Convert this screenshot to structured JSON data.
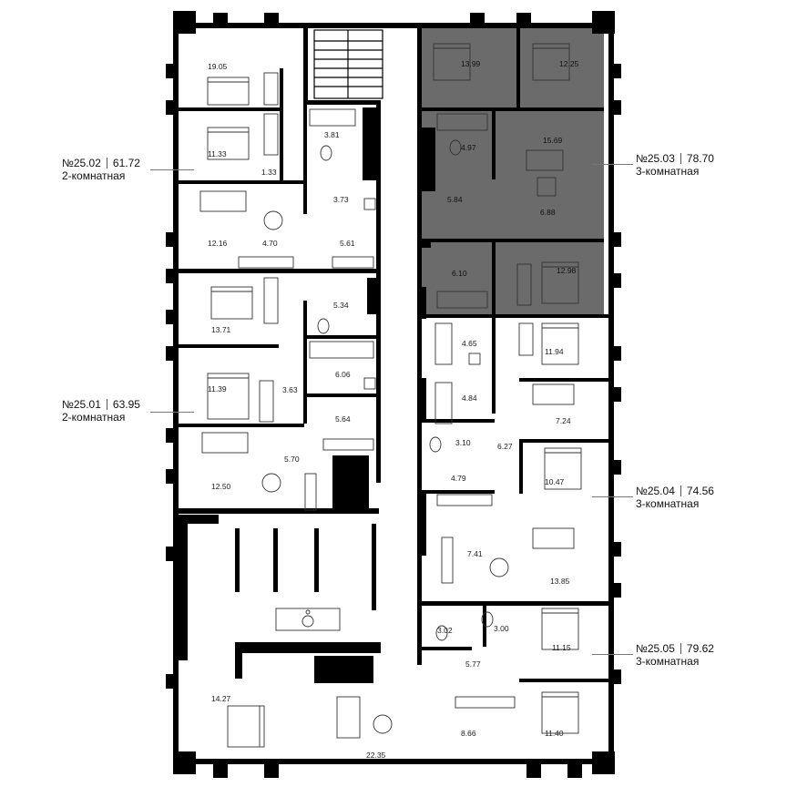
{
  "colors": {
    "wall": "#000000",
    "highlight_apartment": "#6b6b6b",
    "background": "#ffffff",
    "text": "#111111"
  },
  "apartments": [
    {
      "id": "25.02",
      "label": "№25.02",
      "area": "61.72",
      "type": "2-комнатная"
    },
    {
      "id": "25.03",
      "label": "№25.03",
      "area": "78.70",
      "type": "3-комнатная",
      "highlighted": true
    },
    {
      "id": "25.01",
      "label": "№25.01",
      "area": "63.95",
      "type": "2-комнатная"
    },
    {
      "id": "25.04",
      "label": "№25.04",
      "area": "74.56",
      "type": "3-комнатная"
    },
    {
      "id": "25.05",
      "label": "№25.05",
      "area": "79.62",
      "type": "3-комнатная"
    }
  ],
  "rooms": [
    "19.05",
    "11.33",
    "1.33",
    "3.81",
    "3.73",
    "12.16",
    "4.70",
    "5.61",
    "13.99",
    "12.25",
    "4.97",
    "15.69",
    "5.84",
    "6.88",
    "6.10",
    "12.98",
    "13.71",
    "5.34",
    "6.06",
    "11.39",
    "3.63",
    "5.64",
    "5.70",
    "12.50",
    "4.65",
    "11.94",
    "4.84",
    "7.24",
    "3.10",
    "6.27",
    "4.79",
    "10.47",
    "7.41",
    "13.85",
    "3.02",
    "3.00",
    "11.15",
    "5.77",
    "14.27",
    "22.35",
    "8.66",
    "11.40"
  ],
  "icons": [
    "wheelchair-icon",
    "bed-icon",
    "sofa-icon",
    "dining-table-icon",
    "bathtub-icon",
    "toilet-icon",
    "sink-icon",
    "wardrobe-icon"
  ]
}
